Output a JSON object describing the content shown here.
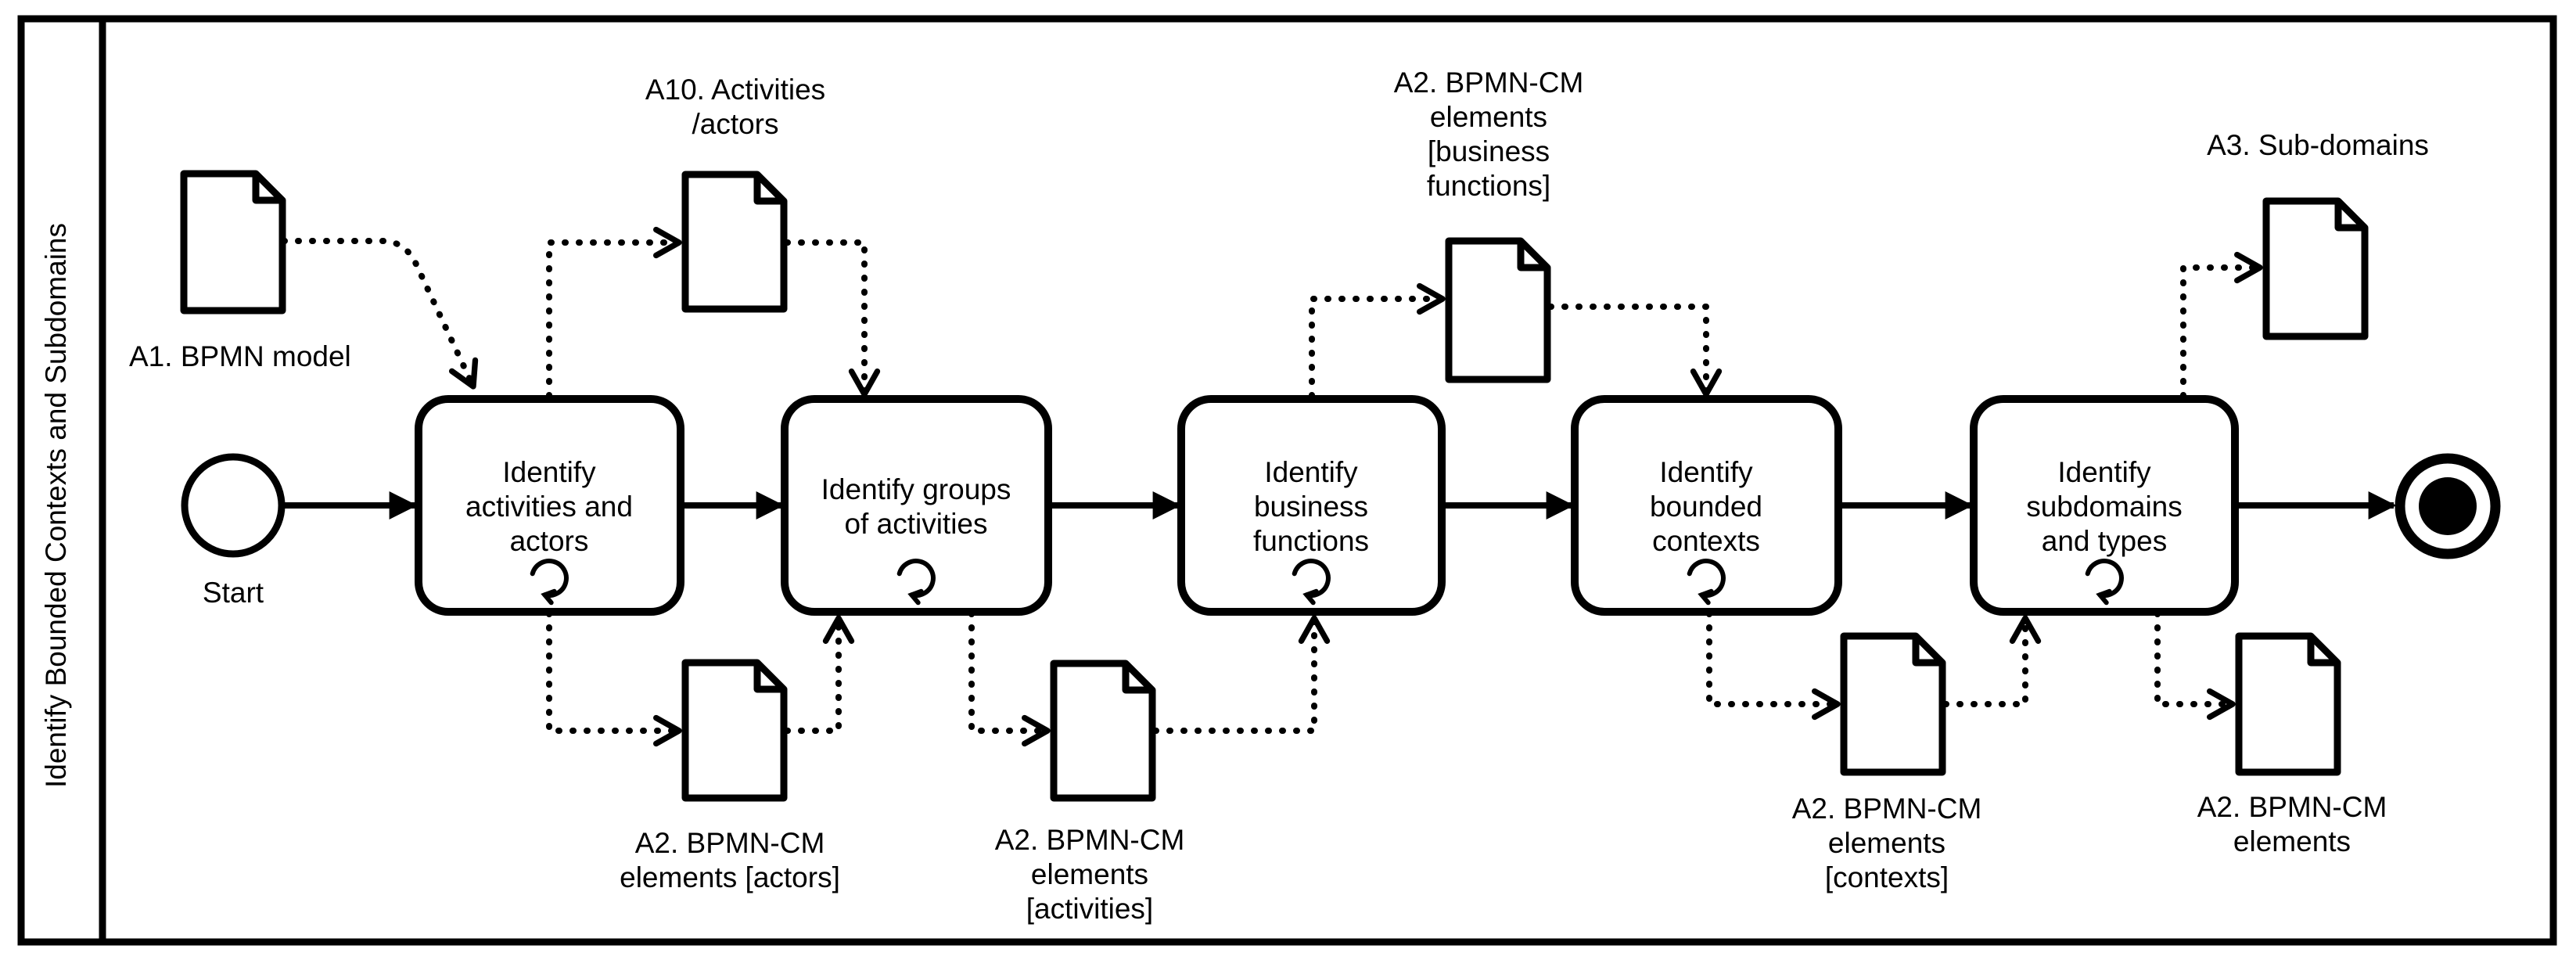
{
  "diagram": {
    "type": "BPMN process diagram",
    "lane": {
      "label": "Identify Bounded Contexts and Subdomains"
    },
    "colors": {
      "ink": "#000000",
      "background": "#ffffff"
    }
  },
  "events": {
    "start": {
      "label": "Start"
    },
    "end": {
      "kind": "end-event"
    }
  },
  "tasks": [
    {
      "label": "Identify activities and actors",
      "lines": [
        "Identify",
        "activities and",
        "actors"
      ],
      "marker": "loop"
    },
    {
      "label": "Identify groups of activities",
      "lines": [
        "Identify groups",
        "of activities"
      ],
      "marker": "loop"
    },
    {
      "label": "Identify business functions",
      "lines": [
        "Identify",
        "business",
        "functions"
      ],
      "marker": "loop"
    },
    {
      "label": "Identify bounded contexts",
      "lines": [
        "Identify",
        "bounded",
        "contexts"
      ],
      "marker": "loop"
    },
    {
      "label": "Identify subdomains and types",
      "lines": [
        "Identify",
        "subdomains",
        "and types"
      ],
      "marker": "loop"
    }
  ],
  "data_objects": [
    {
      "label": "A1. BPMN model",
      "lines": [
        "A1. BPMN model"
      ]
    },
    {
      "label": "A10. Activities /actors",
      "lines": [
        "A10. Activities",
        "/actors"
      ]
    },
    {
      "label": "A2. BPMN-CM elements [business functions]",
      "lines": [
        "A2. BPMN-CM",
        "elements",
        "[business",
        "functions]"
      ]
    },
    {
      "label": "A3. Sub-domains",
      "lines": [
        "A3. Sub-domains"
      ]
    },
    {
      "label": "A2. BPMN-CM elements [actors]",
      "lines": [
        "A2. BPMN-CM",
        "elements [actors]"
      ]
    },
    {
      "label": "A2. BPMN-CM elements [activities]",
      "lines": [
        "A2. BPMN-CM",
        "elements",
        "[activities]"
      ]
    },
    {
      "label": "A2. BPMN-CM elements [contexts]",
      "lines": [
        "A2. BPMN-CM",
        "elements",
        "[contexts]"
      ]
    },
    {
      "label": "A2. BPMN-CM elements",
      "lines": [
        "A2. BPMN-CM",
        "elements"
      ]
    }
  ],
  "flows": {
    "sequence_flows": [
      {
        "from": "Start",
        "to": "Identify activities and actors"
      },
      {
        "from": "Identify activities and actors",
        "to": "Identify groups of activities"
      },
      {
        "from": "Identify groups of activities",
        "to": "Identify business functions"
      },
      {
        "from": "Identify business functions",
        "to": "Identify bounded contexts"
      },
      {
        "from": "Identify bounded contexts",
        "to": "Identify subdomains and types"
      },
      {
        "from": "Identify subdomains and types",
        "to": "End"
      }
    ],
    "data_associations": [
      {
        "from": "A1. BPMN model",
        "to": "Identify activities and actors"
      },
      {
        "from": "Identify activities and actors",
        "to": "A10. Activities /actors"
      },
      {
        "from": "A10. Activities /actors",
        "to": "Identify groups of activities"
      },
      {
        "from": "Identify activities and actors",
        "to": "A2. BPMN-CM elements [actors]"
      },
      {
        "from": "A2. BPMN-CM elements [actors]",
        "to": "Identify groups of activities"
      },
      {
        "from": "Identify groups of activities",
        "to": "A2. BPMN-CM elements [activities]"
      },
      {
        "from": "A2. BPMN-CM elements [activities]",
        "to": "Identify business functions"
      },
      {
        "from": "Identify business functions",
        "to": "A2. BPMN-CM elements [business functions]"
      },
      {
        "from": "A2. BPMN-CM elements [business functions]",
        "to": "Identify bounded contexts"
      },
      {
        "from": "Identify bounded contexts",
        "to": "A2. BPMN-CM elements [contexts]"
      },
      {
        "from": "A2. BPMN-CM elements [contexts]",
        "to": "Identify subdomains and types"
      },
      {
        "from": "Identify subdomains and types",
        "to": "A3. Sub-domains"
      },
      {
        "from": "Identify subdomains and types",
        "to": "A2. BPMN-CM elements"
      }
    ]
  }
}
